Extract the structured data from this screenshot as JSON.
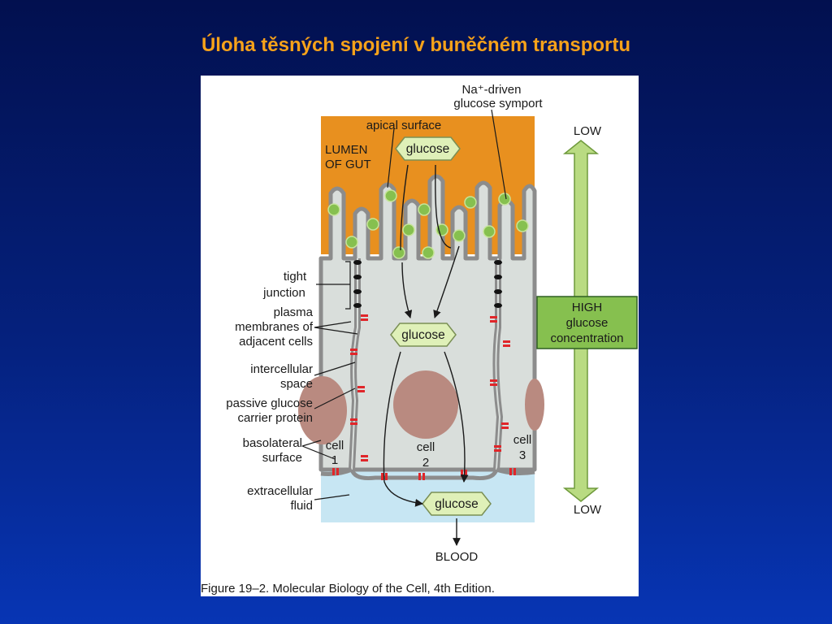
{
  "slide": {
    "title": "Úloha těsných spojení v buněčném transportu"
  },
  "figure": {
    "symport_label_line1": "Na⁺-driven",
    "symport_label_line2": "glucose symport",
    "apical_surface": "apical surface",
    "lumen_line1": "LUMEN",
    "lumen_line2": "OF GUT",
    "glucose_label": "glucose",
    "tight_junction_line1": "tight",
    "tight_junction_line2": "junction",
    "plasma_line1": "plasma",
    "plasma_line2": "membranes of",
    "plasma_line3": "adjacent cells",
    "intercellular_line1": "intercellular",
    "intercellular_line2": "space",
    "passive_line1": "passive glucose",
    "passive_line2": "carrier protein",
    "basolateral_line1": "basolateral",
    "basolateral_line2": "surface",
    "extracellular_line1": "extracellular",
    "extracellular_line2": "fluid",
    "cell1_word": "cell",
    "cell1_num": "1",
    "cell2_word": "cell",
    "cell2_num": "2",
    "cell3_word": "cell",
    "cell3_num": "3",
    "blood": "BLOOD",
    "gradient_top": "LOW",
    "gradient_bottom": "LOW",
    "gradient_box_line1": "HIGH",
    "gradient_box_line2": "glucose",
    "gradient_box_line3": "concentration",
    "caption": "Figure 19–2. Molecular Biology of the Cell, 4th Edition."
  },
  "colors": {
    "lumen": "#e8901f",
    "cell_fill": "#d9dedb",
    "membrane": "#8c8c8c",
    "extracellular": "#c7e6f3",
    "nucleus": "#b98a80",
    "glucose_fill": "#dff0b8",
    "transporter": "#86c04f",
    "carrier": "#e0262a",
    "arrow_green": "#b9db82",
    "title": "#f7a21a"
  }
}
